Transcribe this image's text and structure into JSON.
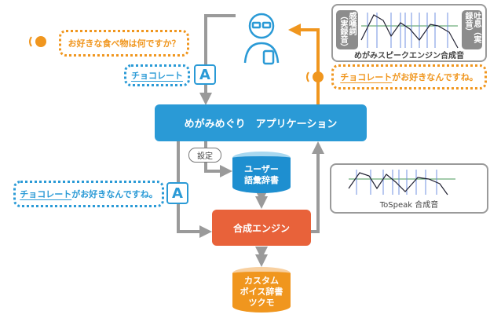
{
  "question": "お好きな食べ物は何ですか？",
  "recognized_word": "チョコレート",
  "badge_label": "A",
  "reply": {
    "highlight": "チョコレート",
    "rest": "がお好きなんですね。"
  },
  "app": "めがみめぐり　アプリケーション",
  "settings": "設定",
  "user_dict": [
    "ユーザー",
    "語彙辞書"
  ],
  "engine": "合成エンジン",
  "custom_dict": [
    "カスタム",
    "ボイス辞書",
    "ツクモ"
  ],
  "megami_box": {
    "left_label": "感嘆詞（実録音）",
    "right_label": "吐息（実録音）",
    "caption": "めがみスピークエンジン合成音"
  },
  "tospeak_caption": "ToSpeak 合成音",
  "colors": {
    "blue": "#2a9ad6",
    "orange": "#f0961e",
    "red": "#e8623a",
    "gray": "#9a9a9a"
  }
}
